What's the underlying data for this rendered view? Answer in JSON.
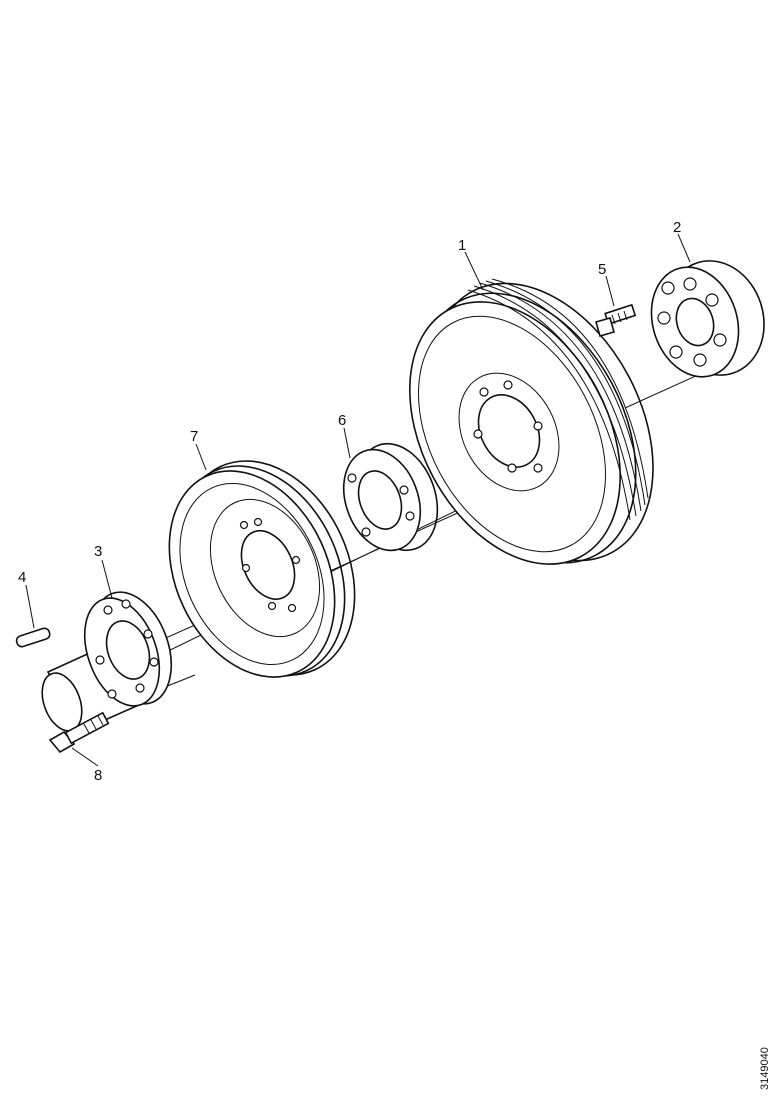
{
  "callouts": [
    {
      "id": 1,
      "text": "1"
    },
    {
      "id": 2,
      "text": "2"
    },
    {
      "id": 3,
      "text": "3"
    },
    {
      "id": 4,
      "text": "4"
    },
    {
      "id": 5,
      "text": "5"
    },
    {
      "id": 6,
      "text": "6"
    },
    {
      "id": 7,
      "text": "7"
    },
    {
      "id": 8,
      "text": "8"
    }
  ],
  "reference_code": "3149040"
}
